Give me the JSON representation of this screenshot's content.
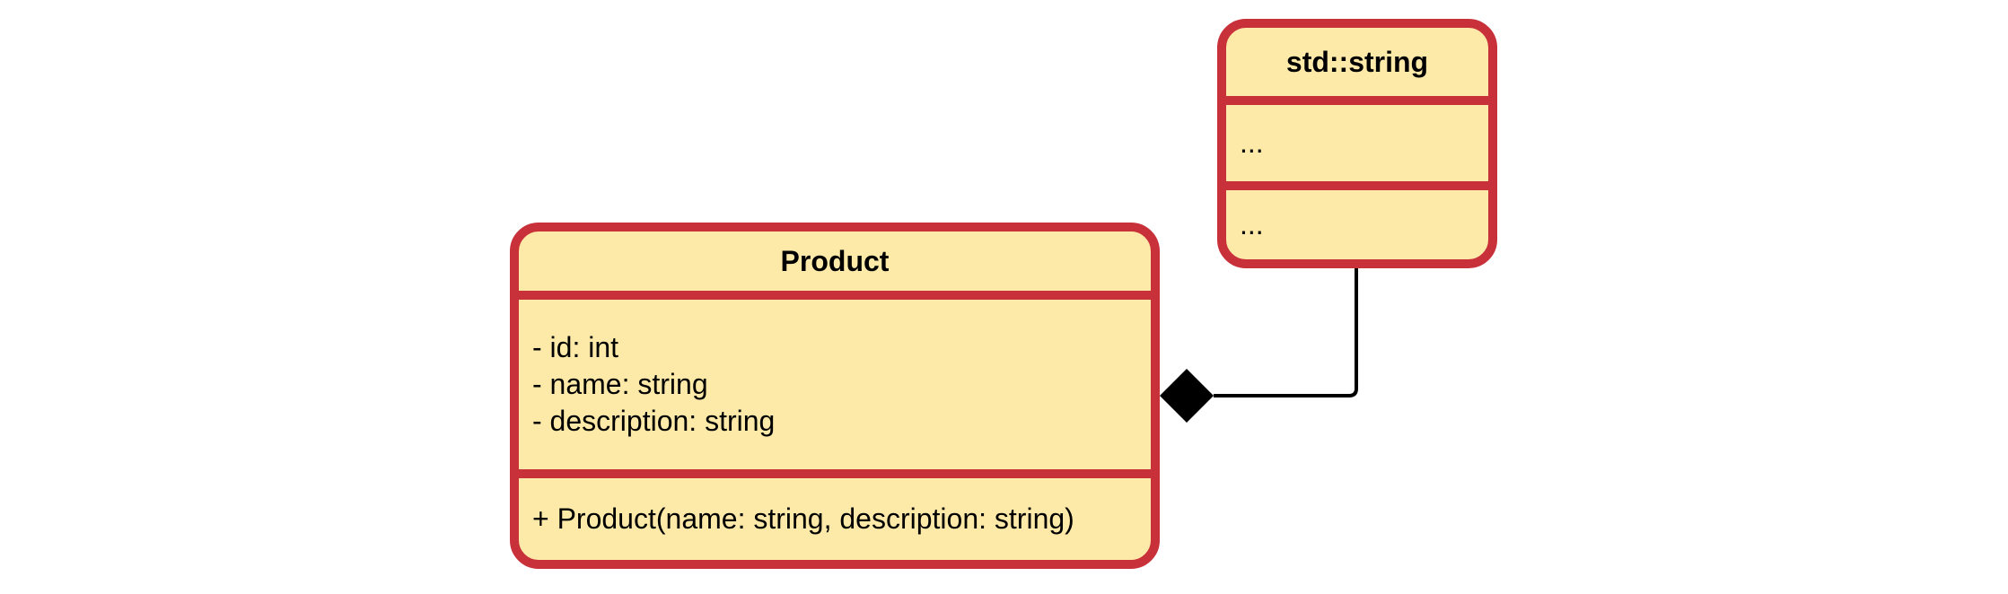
{
  "classes": {
    "product": {
      "name": "Product",
      "attributes": [
        "- id: int",
        "- name: string",
        "- description: string"
      ],
      "operations": [
        "+ Product(name: string, description: string)"
      ]
    },
    "string": {
      "name": "std::string",
      "attributes": [
        "..."
      ],
      "operations": [
        "..."
      ]
    }
  },
  "relationship": {
    "type": "composition",
    "whole": "Product",
    "part": "std::string"
  },
  "colors": {
    "class_border": "#c8303a",
    "class_fill": "#feeaa8",
    "connector": "#000000"
  }
}
